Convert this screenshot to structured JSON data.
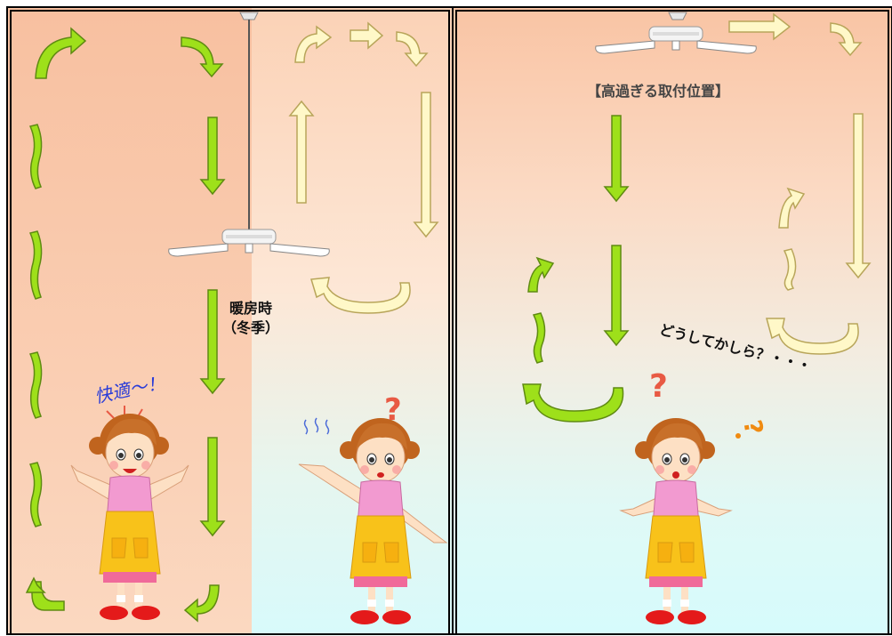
{
  "left_panel": {
    "mode_label_line1": "暖房時",
    "mode_label_line2": "（冬季）",
    "comfort_exclaim": "快適〜！"
  },
  "right_panel": {
    "position_label": "【高過ぎる取付位置】",
    "wonder_text": "どうしてかしら？・・・"
  },
  "colors": {
    "warm_top": "#f9c6a4",
    "warm_bottom": "#fde4d4",
    "cool_bottom": "#dcfbfb",
    "warm_arrow": "#9ee01a",
    "cool_arrow": "#fff8c8",
    "outline": "#5a7a10",
    "question_mark": "#e85a44"
  }
}
